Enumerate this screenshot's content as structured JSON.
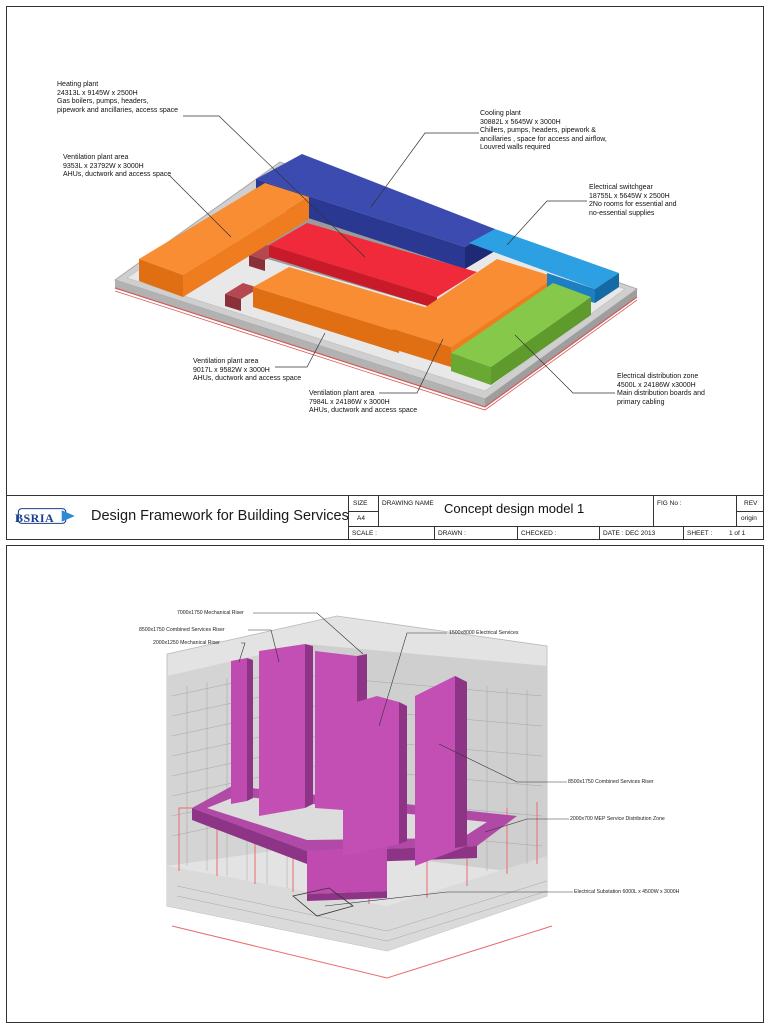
{
  "sheet1": {
    "labels": {
      "heating": [
        "Heating plant",
        "24313L x 9145W x 2500H",
        "Gas boilers, pumps, headers,",
        "pipework and ancillaries, access space"
      ],
      "cooling": [
        "Cooling plant",
        "30882L x 5645W x 3000H",
        "Chillers, pumps, headers, pipework &",
        "ancillaries , space for access and airflow,",
        "Louvred walls required"
      ],
      "vent1": [
        "Ventilation plant area",
        "9353L x 23792W x 3000H",
        "AHUs, ductwork and access space"
      ],
      "switchgear": [
        "Electrical switchgear",
        "18755L x 5645W x 2500H",
        "2No rooms for essential and",
        "no-essential supplies"
      ],
      "vent2": [
        "Ventilation plant area",
        "9017L x 9582W x 3000H",
        "AHUs, ductwork and access space"
      ],
      "vent3": [
        "Ventilation plant area",
        "7984L x 24186W x 3000H",
        "AHUs, ductwork and access space"
      ],
      "distribution": [
        "Electrical distribution zone",
        "4500L x 24186W x3000H",
        "Main distribution boards and",
        "primary cabling"
      ]
    },
    "title_block": {
      "logo": "BSRIA",
      "framework": "Design Framework for Building Services",
      "size_label": "SIZE",
      "size_value": "A4",
      "drawing_name_label": "DRAWING NAME",
      "drawing_name": "Concept design model 1",
      "fig_label": "FIG No :",
      "rev_label": "REV",
      "rev_value": "origin",
      "scale_label": "SCALE :",
      "drawn_label": "DRAWN :",
      "checked_label": "CHECKED :",
      "date_label": "DATE : DEC 2013",
      "sheet_label": "SHEET :",
      "sheet_value": "1 of 1"
    },
    "colors": {
      "orange": "#f7862c",
      "blue": "#2f3f9f",
      "red": "#e82232",
      "light_blue": "#1f8fd6",
      "green": "#7cc242",
      "slab": "#c9c9c9"
    }
  },
  "sheet2": {
    "labels": {
      "riser7000": "7000x1750 Mechanical Riser",
      "riser8500a": "8500x1750 Combined Services Riser",
      "riser2000": "2000x1250 Mechanical Riser",
      "elec1500": "1500x8000 Electrical Services",
      "riser8500b": "8500x1750 Combined Services Riser",
      "mep": "2000x700 MEP Service Distribution Zone",
      "substation": "Electrical Substation 6000L x 4500W x 3000H"
    },
    "colors": {
      "riser": "#c04bb0",
      "building": "#d9d9d9",
      "red_lines": "#e86d6d"
    }
  }
}
